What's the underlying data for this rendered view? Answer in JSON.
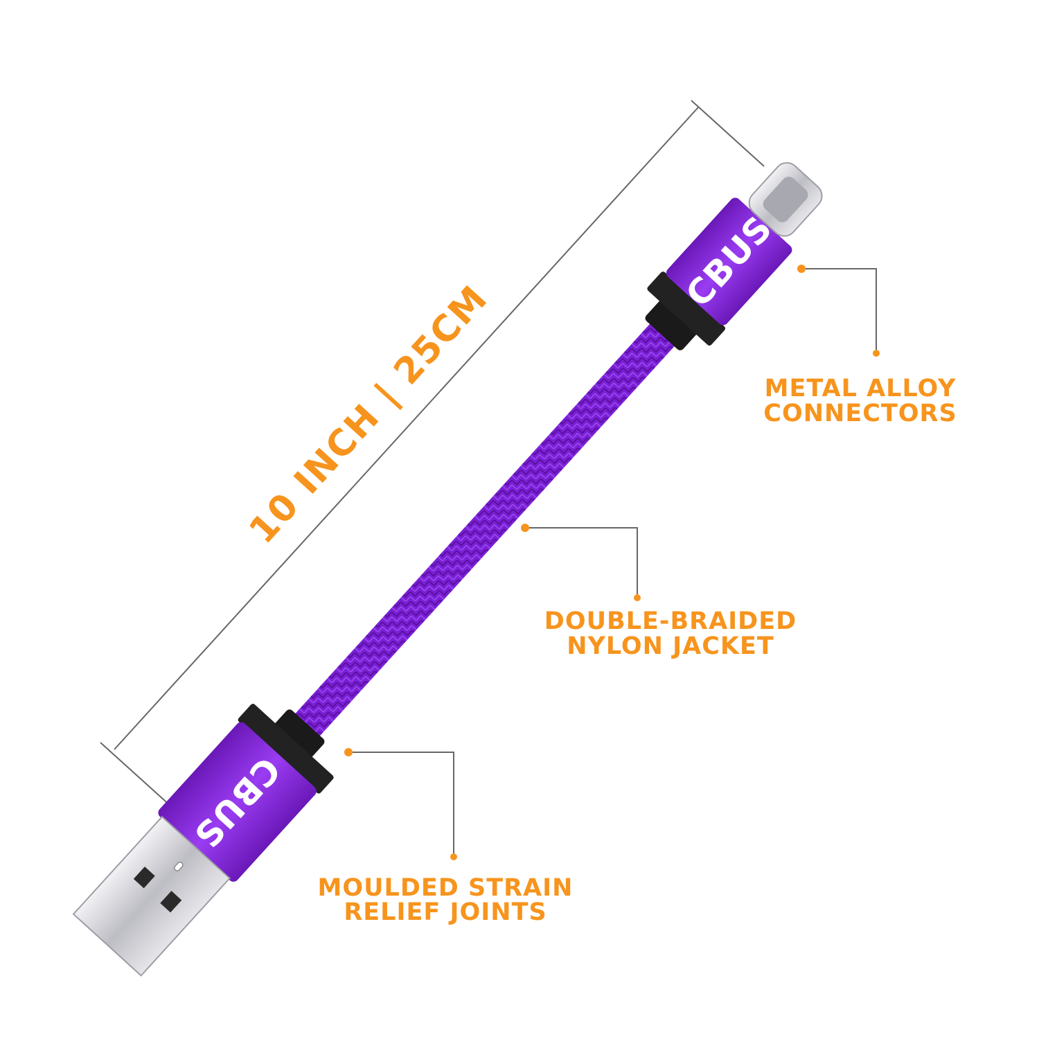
{
  "colors": {
    "background": "#ffffff",
    "accent_orange": "#f7941d",
    "cable_purple": "#7a1fd6",
    "cable_purple_dark": "#5a109e",
    "housing_purple": "#8a2be2",
    "strain_relief_black": "#1a1a1a",
    "metal_silver": "#cfcfd4",
    "leader_line_gray": "#666666",
    "brand_text_white": "#ffffff"
  },
  "dimension": {
    "label": "10 INCH | 25CM"
  },
  "brand": {
    "logo_top": "CBUS",
    "logo_bottom": "CBUS"
  },
  "callouts": {
    "connectors": {
      "line1": "METAL ALLOY",
      "line2": "CONNECTORS"
    },
    "jacket": {
      "line1": "DOUBLE-BRAIDED",
      "line2": "NYLON JACKET"
    },
    "strain_relief": {
      "line1": "MOULDED STRAIN",
      "line2": "RELIEF JOINTS"
    }
  },
  "icons": {
    "usb_c_connector": "usb-c-plug-icon",
    "usb_a_connector": "usb-a-plug-icon"
  }
}
